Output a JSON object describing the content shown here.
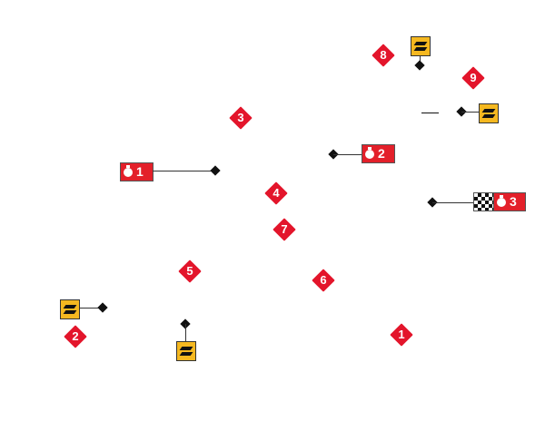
{
  "stages": [
    {
      "label": "1",
      "icon": "stopwatch-icon"
    },
    {
      "label": "2",
      "icon": "stopwatch-icon"
    },
    {
      "label": "3",
      "icon": "stopwatch-icon",
      "finish": true
    }
  ],
  "waypoints": [
    "1",
    "2",
    "3",
    "4",
    "5",
    "6",
    "7",
    "8",
    "9"
  ],
  "colors": {
    "waypoint": "#e3152b",
    "service": "#f5b820"
  }
}
